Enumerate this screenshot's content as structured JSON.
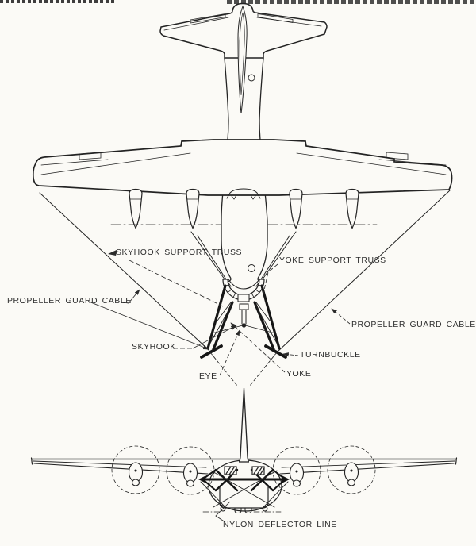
{
  "diagram": {
    "type": "technical-line-drawing",
    "subject": "Four-engine transport aircraft with nose-mounted skyhook recovery gear, plan view (top) and front view (bottom)",
    "paper_color": "#fbfaf6",
    "ink_color": "#222222",
    "annotations": {
      "top_view": [
        {
          "id": "skyhook-support-truss",
          "text": "SKYHOOK SUPPORT TRUSS"
        },
        {
          "id": "yoke-support-truss",
          "text": "YOKE SUPPORT TRUSS"
        },
        {
          "id": "propeller-guard-cable-left",
          "text": "PROPELLER GUARD CABLE"
        },
        {
          "id": "propeller-guard-cable-right",
          "text": "PROPELLER GUARD CABLE"
        },
        {
          "id": "skyhook",
          "text": "SKYHOOK"
        },
        {
          "id": "turnbuckle",
          "text": "TURNBUCKLE"
        },
        {
          "id": "eye",
          "text": "EYE"
        },
        {
          "id": "yoke",
          "text": "YOKE"
        }
      ],
      "front_view": [
        {
          "id": "nylon-deflector-line",
          "text": "NYLON DEFLECTOR LINE"
        }
      ]
    }
  }
}
